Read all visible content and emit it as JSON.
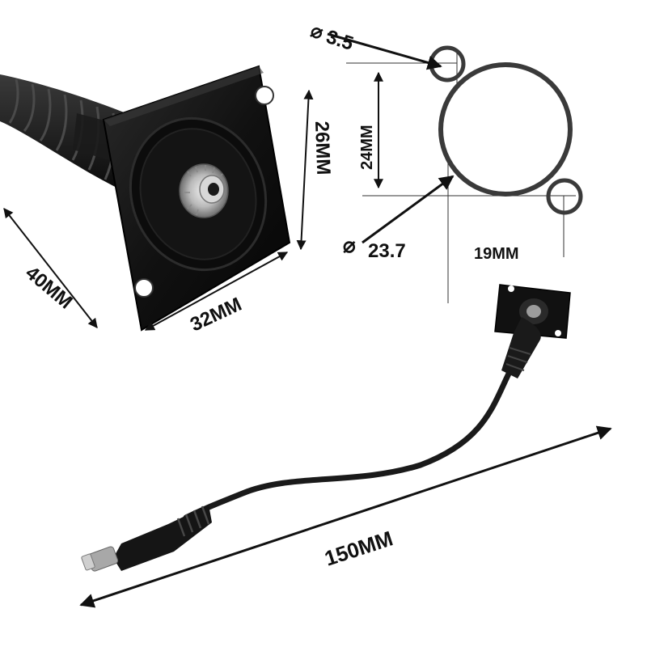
{
  "product_dimensions": {
    "panel_width": "40MM",
    "hole_spacing_horizontal": "32MM",
    "hole_spacing_vertical": "26MM",
    "cable_length": "150MM"
  },
  "drawing": {
    "small_hole_diameter": "3.5",
    "center_hole_diameter": "23.7",
    "vertical_hole_spacing": "24MM",
    "horizontal_hole_spacing": "19MM",
    "diameter_symbol": "⌀"
  }
}
